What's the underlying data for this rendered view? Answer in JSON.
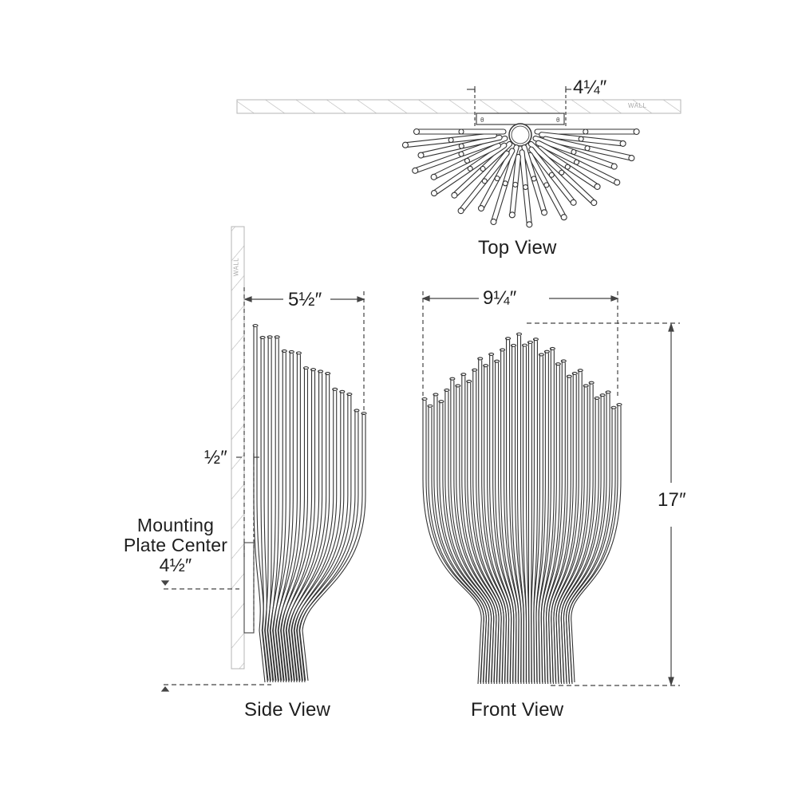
{
  "views": {
    "top": {
      "title": "Top View",
      "wall_label": "WALL",
      "dimension": "4¼″"
    },
    "side": {
      "title": "Side View",
      "wall_label": "WALL",
      "depth_dimension": "5½″",
      "backplate_offset": "½″",
      "mounting_note_line1": "Mounting",
      "mounting_note_line2": "Plate Center",
      "mounting_note_value": "4½″"
    },
    "front": {
      "title": "Front View",
      "width_dimension": "9¼″",
      "height_dimension": "17″"
    }
  },
  "colors": {
    "line": "#3a3a3a",
    "wall_hatch": "#b5b5b5",
    "dim_line": "#555555",
    "background": "#ffffff"
  }
}
